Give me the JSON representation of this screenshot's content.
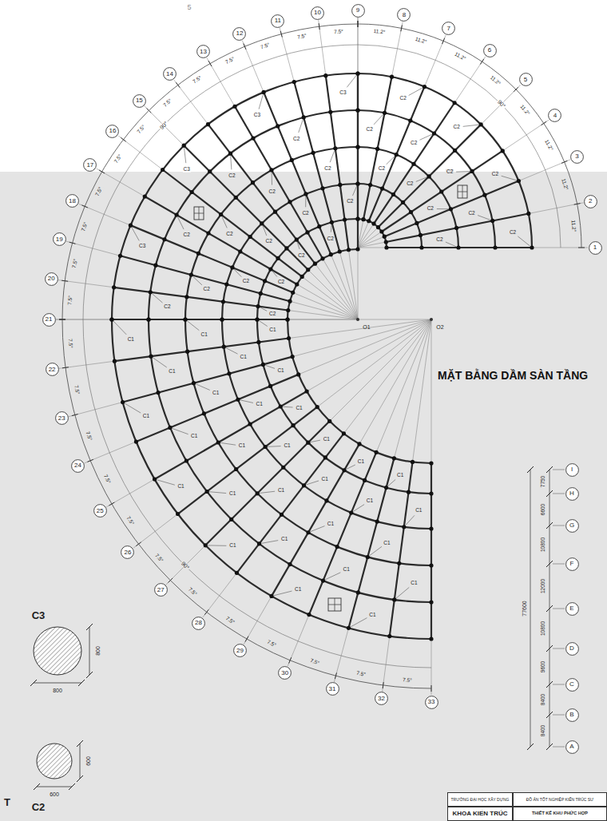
{
  "diagram": {
    "title": "MẶT BẰNG DẦM SÀN TẦNG",
    "nodes": [
      {
        "text": [
          "1"
        ]
      },
      {
        "text": [
          "2"
        ]
      },
      {
        "text": [
          "3"
        ]
      },
      {
        "text": [
          "4"
        ]
      },
      {
        "text": [
          "5"
        ]
      },
      {
        "text": [
          "6"
        ]
      },
      {
        "text": [
          "7"
        ]
      },
      {
        "text": [
          "8"
        ]
      },
      {
        "text": [
          "9"
        ]
      },
      {
        "text": [
          "10"
        ]
      },
      {
        "text": [
          "11"
        ]
      },
      {
        "text": [
          "12"
        ]
      },
      {
        "text": [
          "13"
        ]
      },
      {
        "text": [
          "14"
        ]
      },
      {
        "text": [
          "15"
        ]
      },
      {
        "text": [
          "16"
        ]
      },
      {
        "text": [
          "17"
        ]
      },
      {
        "text": [
          "18"
        ]
      },
      {
        "text": [
          "19"
        ]
      },
      {
        "text": [
          "20"
        ]
      },
      {
        "text": [
          "21"
        ]
      },
      {
        "text": [
          "22"
        ]
      },
      {
        "text": [
          "23"
        ]
      },
      {
        "text": [
          "24"
        ]
      },
      {
        "text": [
          "25"
        ]
      },
      {
        "text": [
          "26"
        ]
      },
      {
        "text": [
          "27"
        ]
      },
      {
        "text": [
          "28"
        ]
      },
      {
        "text": [
          "29"
        ]
      },
      {
        "text": [
          "30"
        ]
      },
      {
        "text": [
          "31"
        ]
      },
      {
        "text": [
          "32"
        ]
      },
      {
        "text": [
          "33"
        ]
      },
      {
        "text": [
          "I"
        ]
      },
      {
        "text": [
          "H"
        ]
      },
      {
        "text": [
          "G"
        ]
      },
      {
        "text": [
          "F"
        ]
      },
      {
        "text": [
          "E"
        ]
      },
      {
        "text": [
          "D"
        ]
      },
      {
        "text": [
          "C"
        ]
      },
      {
        "text": [
          "B"
        ]
      },
      {
        "text": [
          "A"
        ]
      },
      {
        "text": [
          "TRƯỜNG ĐẠI HỌC XÂY DỰNG"
        ]
      },
      {
        "text": [
          "KHOA KIẾN TRÚC"
        ]
      },
      {
        "text": [
          "ĐỒ ÁN TỐT NGHIỆP KIẾN TRÚC SƯ"
        ]
      },
      {
        "text": [
          "THIẾT KẾ KHU PHỨC HỢP"
        ]
      }
    ],
    "labels": [
      "5",
      "O1",
      "O2",
      "11.2°",
      "11.2°",
      "11.2°",
      "11.2°",
      "11.2°",
      "11.2°",
      "11.2°",
      "11.2°",
      "90°",
      "7.5°",
      "7.5°",
      "7.5°",
      "7.5°",
      "7.5°",
      "7.5°",
      "7.5°",
      "7.5°",
      "7.5°",
      "7.5°",
      "7.5°",
      "7.5°",
      "90°",
      "7.5°",
      "7.5°",
      "7.5°",
      "7.5°",
      "7.5°",
      "7.5°",
      "7.5°",
      "7.5°",
      "7.5°",
      "7.5°",
      "7.5°",
      "7.5°",
      "90°",
      "7750",
      "6600",
      "10800",
      "12000",
      "10800",
      "9600",
      "8400",
      "8400",
      "77600",
      "C3",
      "800",
      "800",
      "C2",
      "600",
      "600",
      "T",
      "C2",
      "C2",
      "C2",
      "C2",
      "C2",
      "C2",
      "C2",
      "C2",
      "C2",
      "C2",
      "C2",
      "C2",
      "C3",
      "C3",
      "C3",
      "C3",
      "C2",
      "C2",
      "C2",
      "C2",
      "C2",
      "C2",
      "C2",
      "C2",
      "C2",
      "C2",
      "C2",
      "C2",
      "C2",
      "C2",
      "C2",
      "C2",
      "C1",
      "C1",
      "C1",
      "C1",
      "C1",
      "C1",
      "C1",
      "C1",
      "C1",
      "C1",
      "C1",
      "C1",
      "C1",
      "C1",
      "C1",
      "C1",
      "C1",
      "C1",
      "C1",
      "C1",
      "C1",
      "C1",
      "C1",
      "C1",
      "C1",
      "C1",
      "C1",
      "C1",
      "C1",
      "C1"
    ]
  }
}
